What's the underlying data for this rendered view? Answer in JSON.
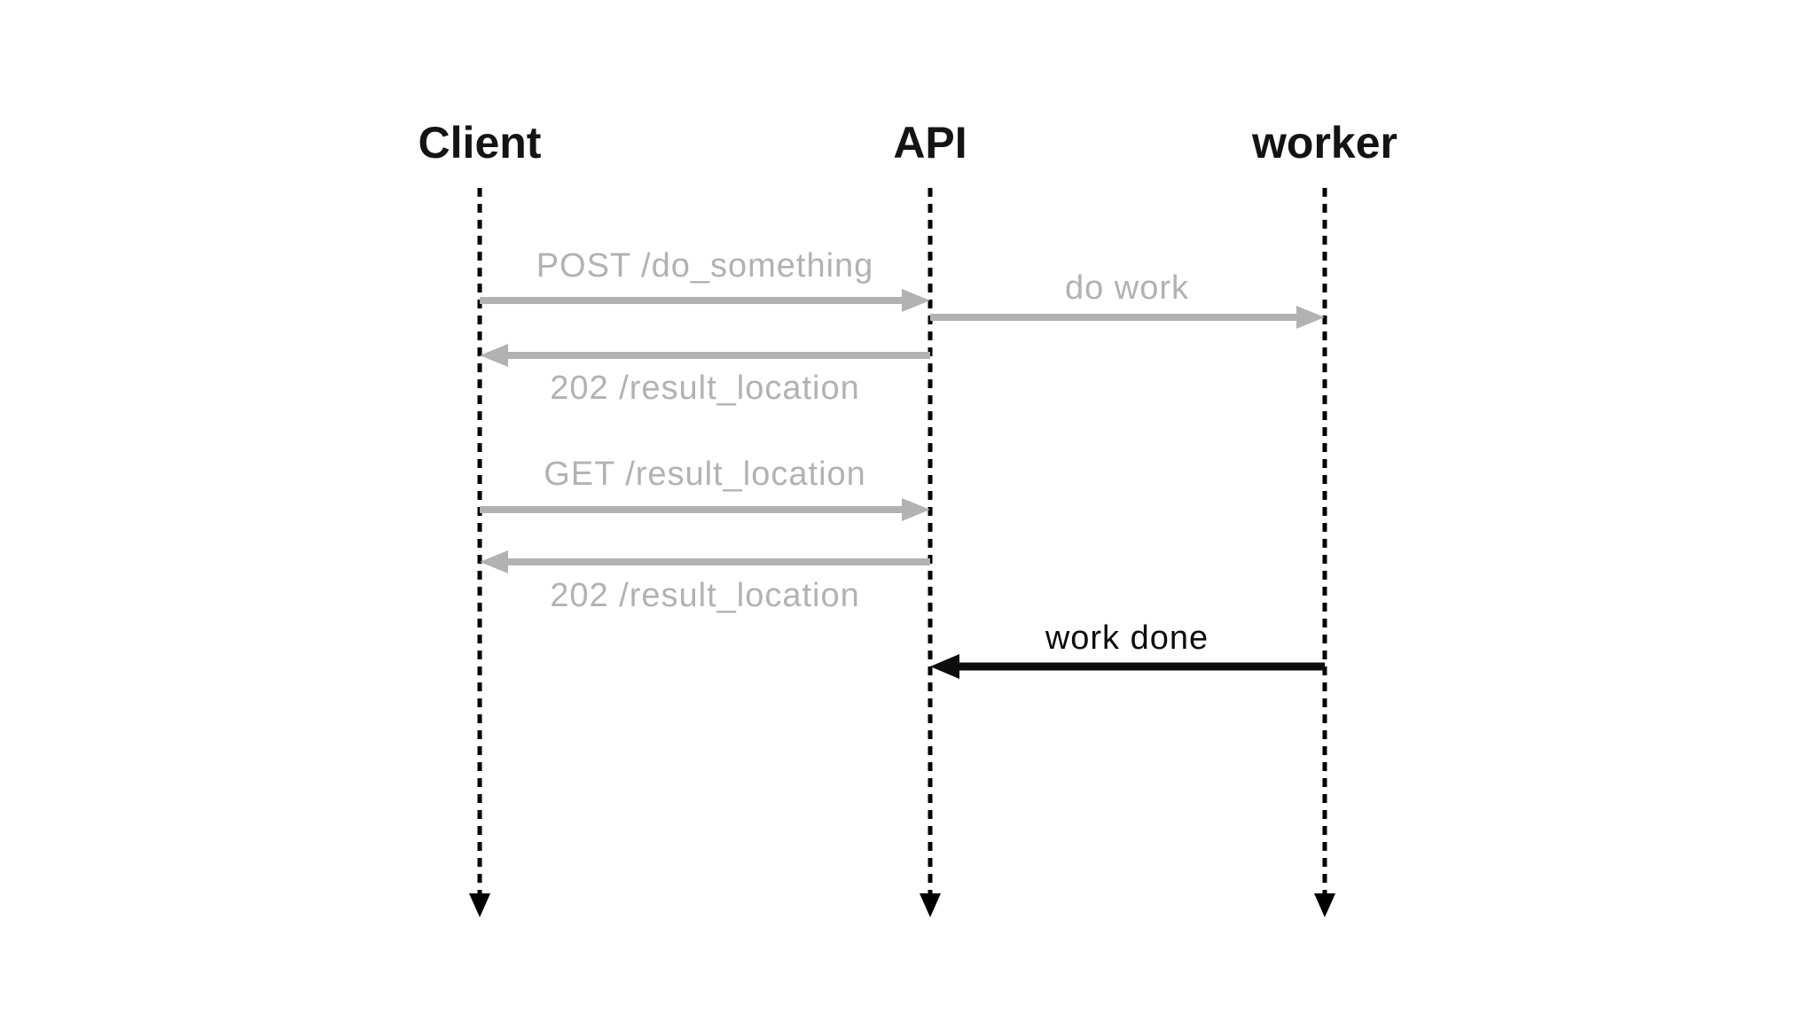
{
  "diagram": {
    "kind": "sequence-diagram",
    "background": "#ffffff",
    "colors": {
      "inactive_gray": "#b2b2b2",
      "active_black": "#0d0d0d",
      "actor_label_black": "#141414",
      "lifeline_black": "#000000"
    },
    "actors": [
      {
        "name": "Client"
      },
      {
        "name": "API"
      },
      {
        "name": "worker"
      }
    ],
    "messages": [
      {
        "label": "POST /do_something",
        "from": "Client",
        "to": "API",
        "state": "inactive",
        "label_position": "above"
      },
      {
        "label": "do work",
        "from": "API",
        "to": "worker",
        "state": "inactive",
        "label_position": "above"
      },
      {
        "label": "202 /result_location",
        "from": "API",
        "to": "Client",
        "state": "inactive",
        "label_position": "below"
      },
      {
        "label": "GET /result_location",
        "from": "Client",
        "to": "API",
        "state": "inactive",
        "label_position": "above"
      },
      {
        "label": "202 /result_location",
        "from": "API",
        "to": "Client",
        "state": "inactive",
        "label_position": "below"
      },
      {
        "label": "work done",
        "from": "worker",
        "to": "API",
        "state": "active",
        "label_position": "above"
      }
    ]
  }
}
